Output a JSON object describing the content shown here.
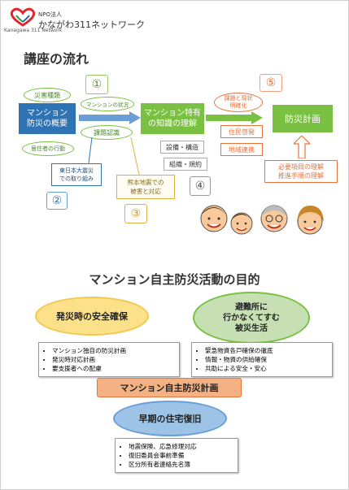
{
  "header": {
    "org_prefix": "NPO法人",
    "org_name": "かながわ311ネットワーク",
    "logo_small": "Kanagawa 311 Network"
  },
  "section1": {
    "title": "講座の流れ",
    "blocks": {
      "mansion_basics": "マンション\n防災の概要",
      "mansion_knowledge": "マンション特有\nの知識の理解",
      "disaster_plan": "防災計画"
    },
    "ovals": {
      "disaster_types": "災害種類",
      "mansion_status": "マンションの状況",
      "resident_actions": "居住者の行動",
      "issue_recognition": "課題認識",
      "issue_clarify": "課題と現状\n明確化",
      "resident_awareness": "住民啓発",
      "community": "地域連携"
    },
    "numbers": [
      "①",
      "②",
      "③",
      "④",
      "⑤"
    ],
    "callouts": {
      "great_east": "東日本大震災\nでの取り組み",
      "kumamoto": "熊本地震での\n被害と対応",
      "required": "必要項目の理解\n推進手順の理解"
    },
    "tags": {
      "equipment": "設備・構造",
      "organization": "組織・規約"
    }
  },
  "section2": {
    "title": "マンション自主防災活動の目的",
    "goals": {
      "safety": "発災時の安全確保",
      "no_evac": "避難所に\n行かなくてすむ\n被災生活",
      "recovery": "早期の住宅復旧"
    },
    "center_label": "マンション自主防災計画",
    "lists": {
      "safety": [
        "マンション独自の防災計画",
        "発災時対応計画",
        "要支援者への配慮"
      ],
      "no_evac": [
        "緊急物資各戸確保の徹底",
        "情報・物資の供給確保",
        "共助による安全・安心"
      ],
      "recovery": [
        "地震保険、応急修理対応",
        "復旧委員会事前準備",
        "区分所有者連絡先名簿"
      ]
    }
  },
  "colors": {
    "blue_block": "#2e74b5",
    "green_block": "#7ac143",
    "orange": "#e9723d",
    "yellow": "#fde18a",
    "light_green": "#c6e0b4",
    "light_blue": "#9dc3e6",
    "salmon": "#f4b183"
  }
}
